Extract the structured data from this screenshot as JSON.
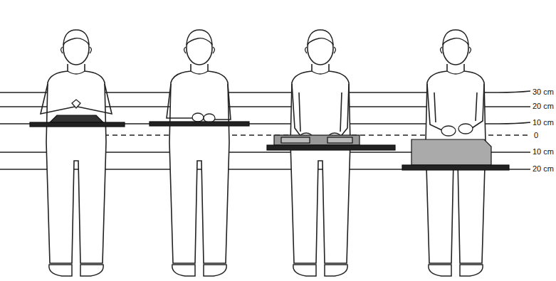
{
  "diagram": {
    "labels": [
      "30 cm",
      "20 cm",
      "10 cm",
      "0",
      "10 cm",
      "20 cm"
    ]
  }
}
